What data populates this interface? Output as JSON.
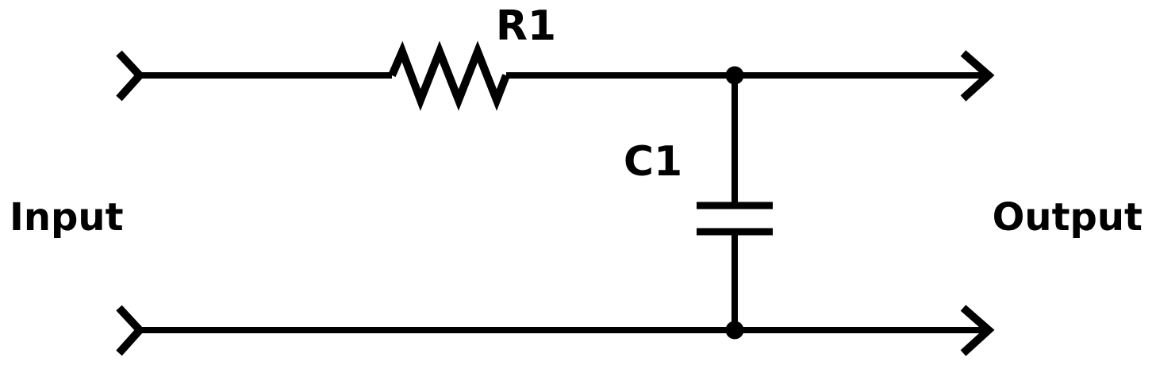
{
  "diagram": {
    "kind": "circuit-schematic",
    "background_color": "#ffffff",
    "stroke_color": "#000000",
    "input_label": "Input",
    "output_label": "Output",
    "components": [
      {
        "ref": "R1",
        "type": "resistor",
        "placement": "series-in-top-wire"
      },
      {
        "ref": "C1",
        "type": "capacitor",
        "placement": "shunt-between-top-and-bottom-wires"
      }
    ],
    "terminals": [
      {
        "name": "input-top",
        "symbol": "right-chevron-arrow"
      },
      {
        "name": "input-bottom",
        "symbol": "right-chevron-arrow"
      },
      {
        "name": "output-top",
        "symbol": "right-chevron-arrow"
      },
      {
        "name": "output-bottom",
        "symbol": "right-chevron-arrow"
      }
    ],
    "junction_dots": 2
  }
}
